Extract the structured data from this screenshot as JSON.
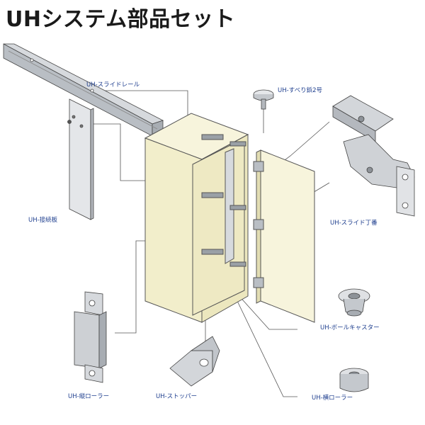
{
  "title": "UHシステム部品セット",
  "labels": {
    "slide_rail": "UH-スライドレール",
    "suberi_nail": "UH-すべり鋲2号",
    "connecting_plate": "UH-接続板",
    "slide_hinge": "UH-スライド丁番",
    "ball_caster": "UH-ボールキャスター",
    "vertical_roller": "UH-縦ローラー",
    "stopper": "UH-ストッパー",
    "horizontal_roller": "UH-横ローラー"
  },
  "colors": {
    "cabinet_fill": "#f7f4dc",
    "label_text": "#1f3f8f",
    "metal": "#c9ccd0",
    "line": "#333333"
  }
}
